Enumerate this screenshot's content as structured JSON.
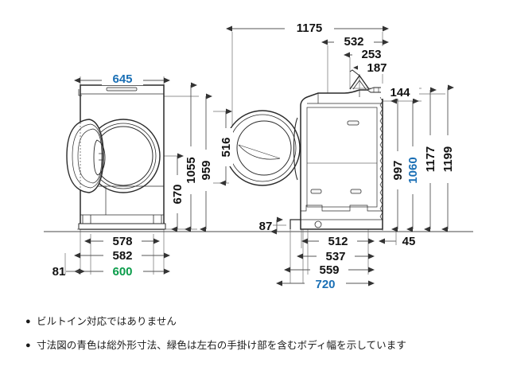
{
  "document": {
    "type": "dimension-drawing",
    "subject": "drum-washing-machine",
    "views": [
      "front-view-with-open-door",
      "side-view"
    ],
    "units": "mm"
  },
  "colors": {
    "line": "#1a1a1a",
    "dimension_default": "#111111",
    "dimension_blue": "#1a6fb5",
    "dimension_green": "#0a9c4a",
    "background": "#ffffff"
  },
  "front_view": {
    "horizontal_dimensions": [
      {
        "id": "width-total",
        "value": "645",
        "color": "blue"
      },
      {
        "id": "foot-span-inner",
        "value": "578",
        "color": "black"
      },
      {
        "id": "cabinet-width-lower",
        "value": "582",
        "color": "black"
      },
      {
        "id": "body-width-with-handles",
        "value": "600",
        "color": "green"
      },
      {
        "id": "door-projection-left",
        "value": "81",
        "color": "black"
      }
    ],
    "vertical_dimensions": [
      {
        "id": "door-center-height",
        "value": "670",
        "color": "black"
      },
      {
        "id": "cabinet-top-height",
        "value": "1055",
        "color": "black"
      },
      {
        "id": "body-height",
        "value": "959",
        "color": "black"
      },
      {
        "id": "door-opening-diameter",
        "value": "516",
        "color": "black"
      }
    ]
  },
  "side_view": {
    "horizontal_dimensions": [
      {
        "id": "total-depth-with-door-open",
        "value": "1175",
        "color": "black"
      },
      {
        "id": "lid-open-depth",
        "value": "532",
        "color": "black"
      },
      {
        "id": "lid-hinge-offset",
        "value": "253",
        "color": "black"
      },
      {
        "id": "lid-detail-offset",
        "value": "187",
        "color": "black"
      },
      {
        "id": "base-depth-inner",
        "value": "512",
        "color": "black"
      },
      {
        "id": "base-depth-mid",
        "value": "537",
        "color": "black"
      },
      {
        "id": "cabinet-depth",
        "value": "559",
        "color": "black"
      },
      {
        "id": "total-depth",
        "value": "720",
        "color": "blue"
      },
      {
        "id": "rear-clearance",
        "value": "45",
        "color": "black"
      },
      {
        "id": "front-door-projection",
        "value": "87",
        "color": "black"
      }
    ],
    "vertical_dimensions": [
      {
        "id": "lid-open-height-above-top",
        "value": "144",
        "color": "black"
      },
      {
        "id": "cabinet-top-height",
        "value": "997",
        "color": "black"
      },
      {
        "id": "overall-height",
        "value": "1060",
        "color": "blue"
      },
      {
        "id": "height-with-lid-partial",
        "value": "1177",
        "color": "black"
      },
      {
        "id": "height-with-lid-open",
        "value": "1199",
        "color": "black"
      }
    ]
  },
  "notes": [
    {
      "bullet": "●",
      "text": "ビルトイン対応ではありません"
    },
    {
      "bullet": "●",
      "text": "寸法図の青色は総外形寸法、緑色は左右の手掛け部を含むボディ幅を示しています"
    }
  ]
}
